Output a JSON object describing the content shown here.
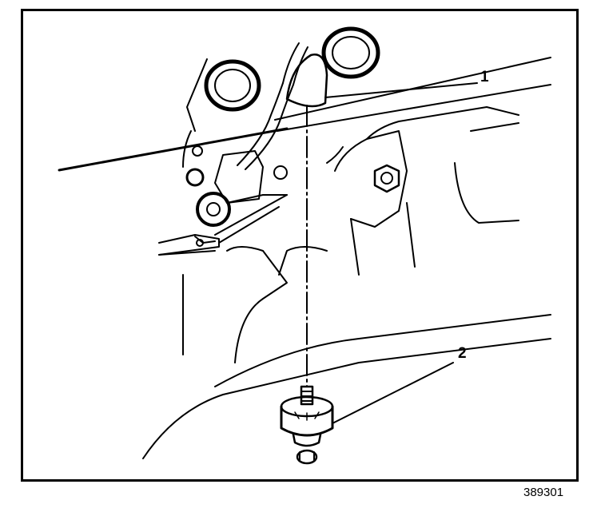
{
  "callouts": {
    "label_1": "1",
    "label_2": "2"
  },
  "figure_number": "389301",
  "colors": {
    "line": "#000000",
    "background": "#ffffff"
  }
}
